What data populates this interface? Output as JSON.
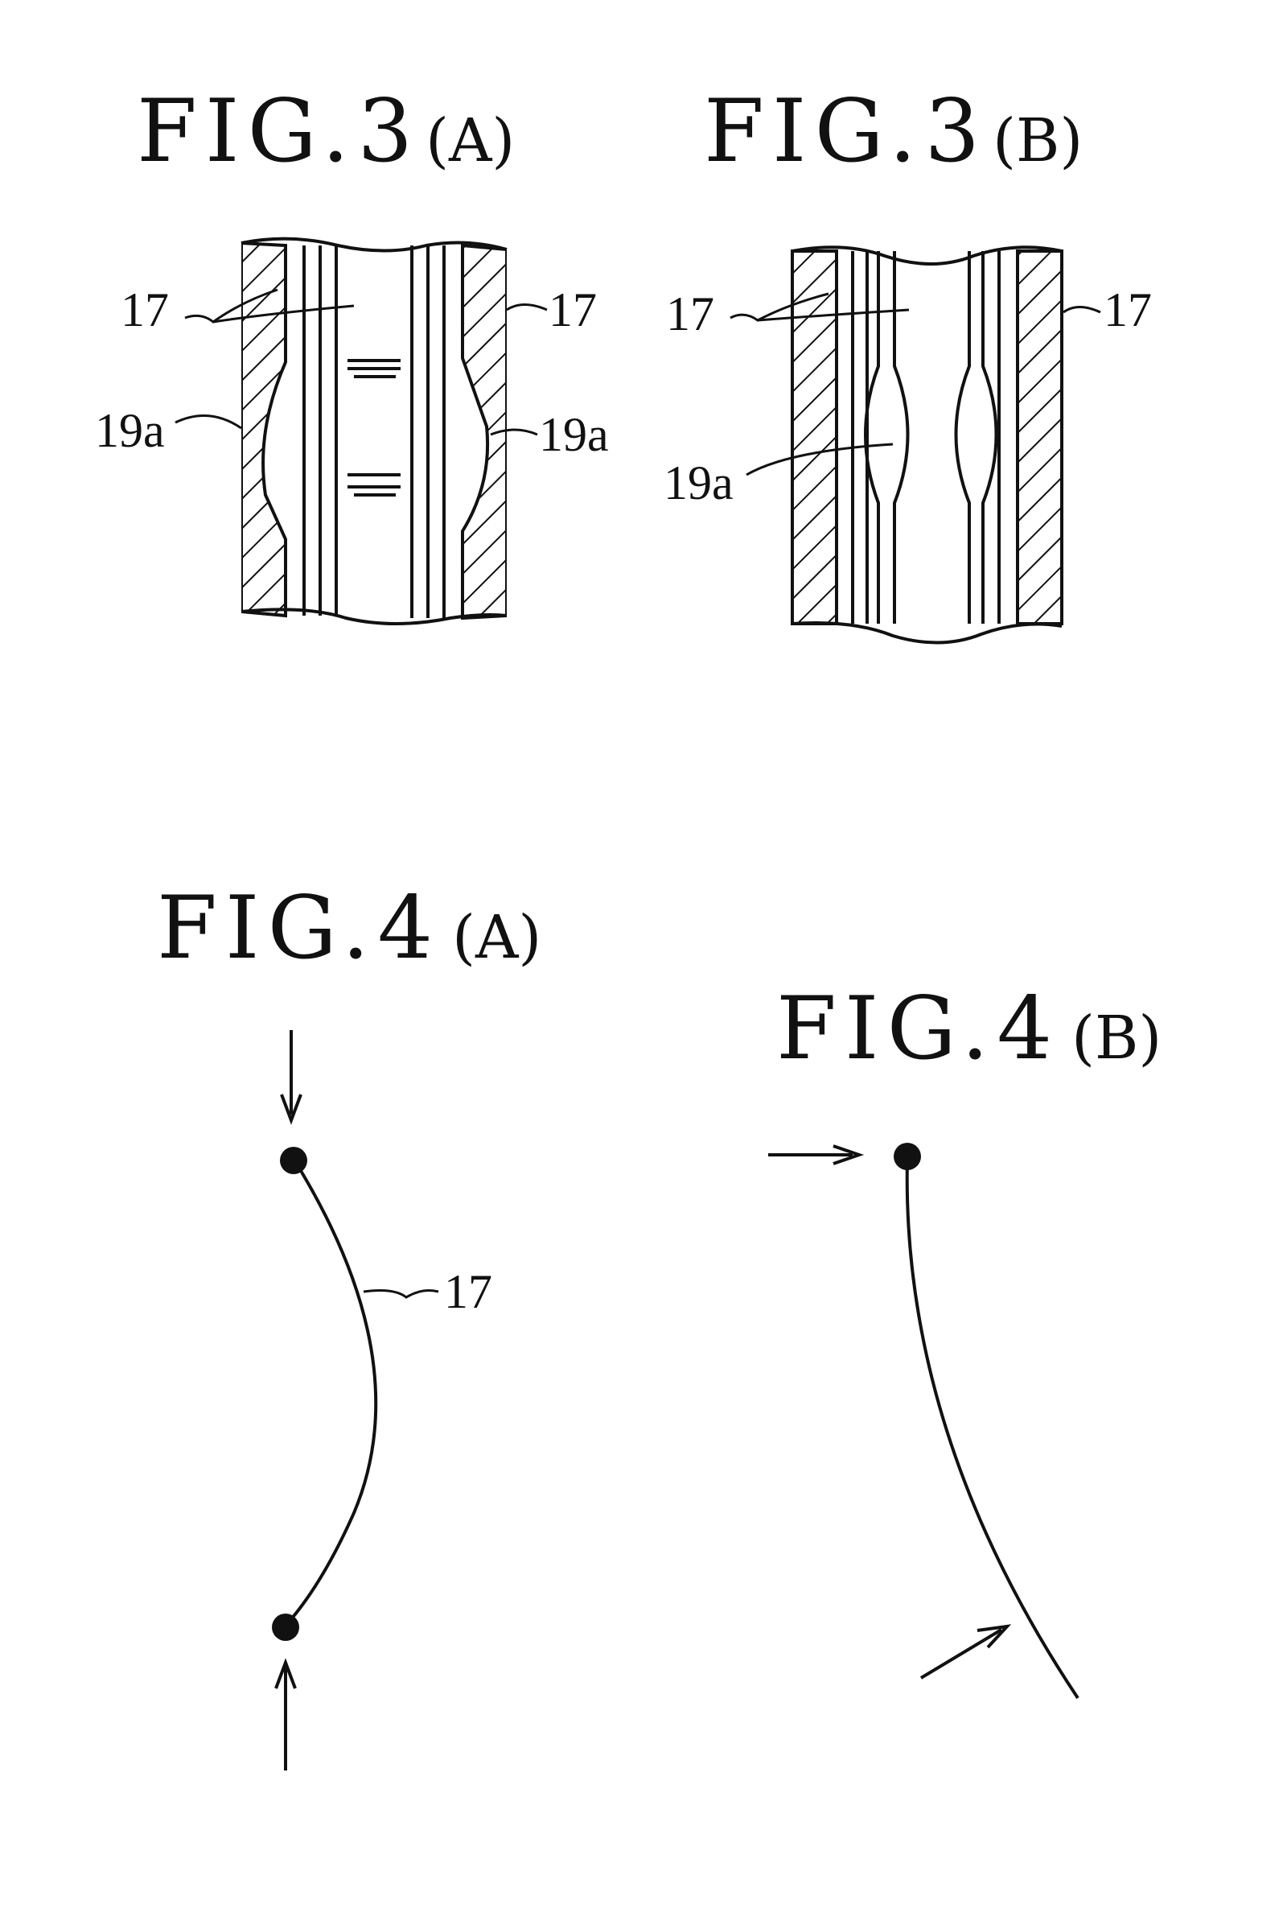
{
  "colors": {
    "ink": "#111111",
    "paper": "#ffffff"
  },
  "figures": {
    "fig3a": {
      "title": "FIG.3",
      "suffix": "(A)",
      "labels": {
        "ref17_left": "17",
        "ref17_right": "17",
        "ref19a_left": "19a",
        "ref19a_right": "19a"
      }
    },
    "fig3b": {
      "title": "FIG.3",
      "suffix": "(B)",
      "labels": {
        "ref17_left": "17",
        "ref17_right": "17",
        "ref19a": "19a"
      }
    },
    "fig4a": {
      "title": "FIG.4",
      "suffix": "(A)",
      "labels": {
        "ref17": "17"
      }
    },
    "fig4b": {
      "title": "FIG.4",
      "suffix": "(B)"
    }
  }
}
